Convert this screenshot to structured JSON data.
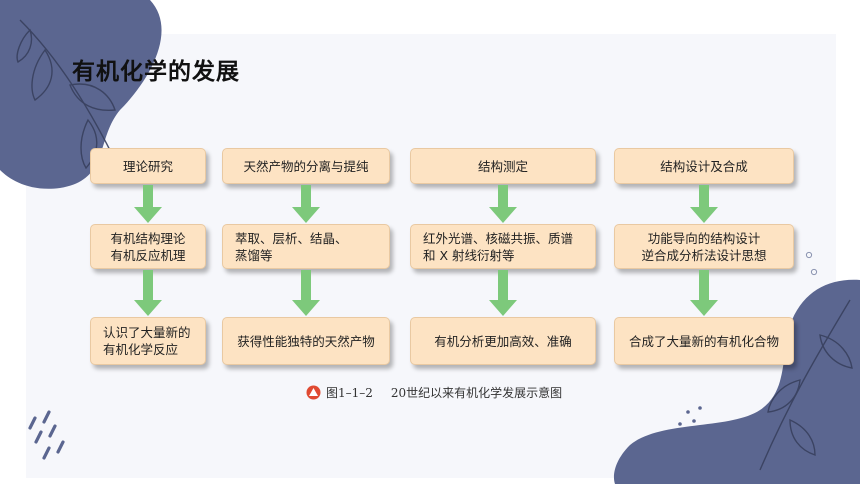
{
  "title": "有机化学的发展",
  "columns": [
    {
      "header": "理论研究",
      "middle": "有机结构理论\n有机反应机理",
      "bottom": "认识了大量新的\n有机化学反应"
    },
    {
      "header": "天然产物的分离与提纯",
      "middle": "萃取、层析、结晶、\n蒸馏等",
      "bottom": "获得性能独特的天然产物"
    },
    {
      "header": "结构测定",
      "middle": "红外光谱、核磁共振、质谱\n和 X 射线衍射等",
      "bottom": "有机分析更加高效、准确"
    },
    {
      "header": "结构设计及合成",
      "middle": "功能导向的结构设计\n逆合成分析法设计思想",
      "bottom": "合成了大量新的有机化合物"
    }
  ],
  "caption": {
    "number": "图1–1–2",
    "text": "20世纪以来有机化学发展示意图"
  },
  "colors": {
    "box_fill": "#fde3c3",
    "arrow": "#7dc97b",
    "blob": "#5b6690",
    "caption_marker": "#e04a32"
  }
}
